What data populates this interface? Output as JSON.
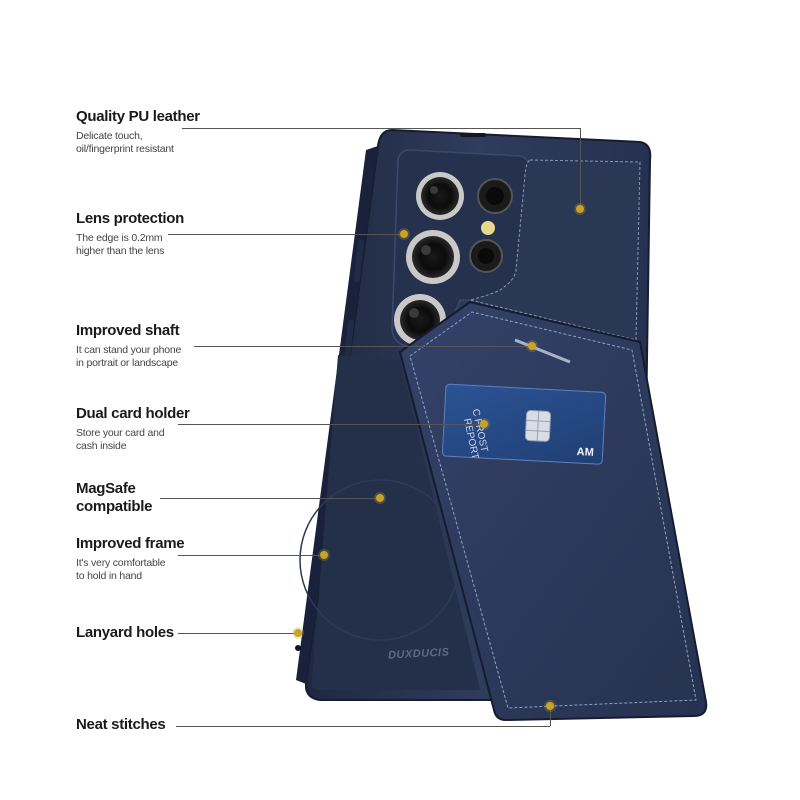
{
  "features": [
    {
      "title": "Quality PU leather",
      "desc": [
        "Delicate touch,",
        "oil/fingerprint resistant"
      ]
    },
    {
      "title": "Lens protection",
      "desc": [
        "The edge is 0.2mm",
        "higher than the lens"
      ]
    },
    {
      "title": "Improved shaft",
      "desc": [
        "It can stand your phone",
        "in portrait or landscape"
      ]
    },
    {
      "title": "Dual card holder",
      "desc": [
        "Store your card and",
        "cash inside"
      ]
    },
    {
      "title": [
        "MagSafe",
        "compatible"
      ],
      "desc": []
    },
    {
      "title": "Improved frame",
      "desc": [
        "It's very comfortable",
        "to hold in hand"
      ]
    },
    {
      "title": "Lanyard holes",
      "desc": []
    },
    {
      "title": "Neat stitches",
      "desc": []
    }
  ],
  "product": {
    "brand_mark": "DUXDUCIS",
    "card_text_1": "C FROST",
    "card_text_2": "REPORT",
    "card_text_3": "AM",
    "colors": {
      "case_navy": "#2d3a57",
      "case_dark": "#1f2a42",
      "card_blue": "#2a4f8f",
      "accent_dot": "#c9a227"
    }
  }
}
